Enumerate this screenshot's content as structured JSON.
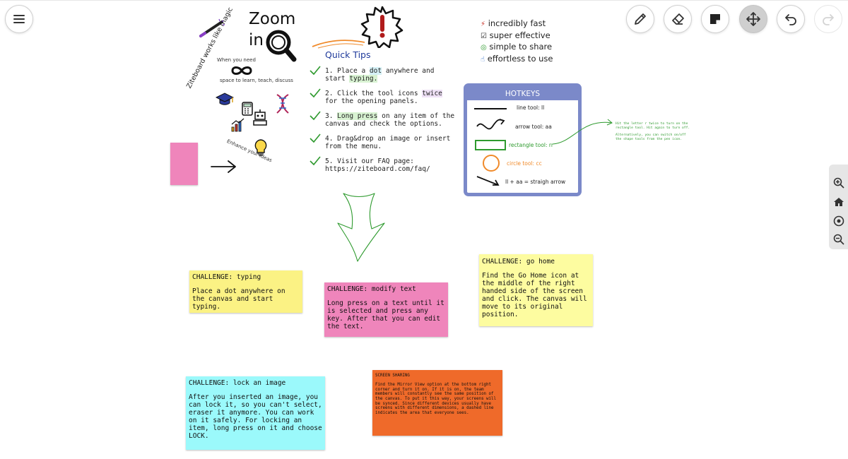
{
  "toolbar": {
    "menu_icon": "hamburger-menu-icon",
    "tools": [
      {
        "name": "pen-tool",
        "icon": "pencil-icon"
      },
      {
        "name": "eraser-tool",
        "icon": "eraser-icon"
      },
      {
        "name": "sticky-note-tool",
        "icon": "sticky-note-icon"
      },
      {
        "name": "pan-tool",
        "icon": "move-icon",
        "active": true
      },
      {
        "name": "undo",
        "icon": "undo-icon"
      },
      {
        "name": "redo",
        "icon": "redo-icon",
        "disabled": true
      }
    ]
  },
  "zoom_controls": [
    "zoom-in-icon",
    "home-icon",
    "center-icon",
    "zoom-out-icon"
  ],
  "intro": {
    "zoom_line1": "Zoom",
    "zoom_line2": "in",
    "magic": "Ziteboard works like magic",
    "when_you_need": "When you need",
    "space_to_learn": "space to learn, teach, discuss",
    "enhance": "Enhance your ideas"
  },
  "features": [
    "incredibly fast",
    "super effective",
    "simple to share",
    "effortless to use"
  ],
  "quick_tips": {
    "title": "Quick Tips",
    "t1_pre": "1. Place a ",
    "t1_hl": "dot",
    "t1_mid": " anywhere and start ",
    "t1_hl2": "typing.",
    "t2_pre": "2. Click the tool icons ",
    "t2_hl": "twice",
    "t2_post": " for the opening panels.",
    "t3_pre": "3. ",
    "t3_hl": "Long press",
    "t3_post": " on any item of the canvas and check the options.",
    "t4": "4. Drag&drop an image or insert from the menu.",
    "t5": "5. Visit our FAQ page: https://ziteboard.com/faq/"
  },
  "hotkeys": {
    "title": "HOTKEYS",
    "line": "line tool: ll",
    "arrow": "arrow tool: aa",
    "rect": "rectangle tool: rr",
    "circle": "circle tool: cc",
    "straight": "ll + aa = straigh arrow"
  },
  "side_note": {
    "line1": "Hit the letter r twice to turn on the rectangle tool. Hit again to turn off.",
    "line2": "Alternatively, you can switch on/off the shape tools from the pen icon."
  },
  "notes": {
    "typing": {
      "title": "CHALLENGE: typing",
      "body": "Place a dot anywhere on the canvas and start typing."
    },
    "modify": {
      "title": "CHALLENGE: modify text",
      "body": "Long press on a text until it is selected and press any key. After that you can edit the text."
    },
    "home": {
      "title": "CHALLENGE: go home",
      "body": "Find the Go Home icon at the middle of the right handed side of the screen and click. The canvas will move to its original position."
    },
    "lock": {
      "title": "CHALLENGE: lock an image",
      "body": "After you inserted an image, you can lock it, so you can't select, eraser it anymore. You can work on it safely. For locking an item, long press on it and choose LOCK."
    },
    "share": {
      "title": "SCREEN SHARING",
      "body": "Find the Mirror View option at the bottom right corner and turn it on. If it is on, the team members will constantly see the same position of the canvas. To put it this way, your screens will be synced. Since different devices usually have screens with different dimensions, a dashed line indicates the area that everyone sees."
    }
  },
  "colors": {
    "note_yellow": "#fbf284",
    "note_pink": "#ef85bb",
    "note_light_yellow": "#fdfca0",
    "note_cyan": "#9bf9fb",
    "note_orange": "#ef6a2a",
    "hotkeys_border": "#7b89c9",
    "green_ink": "#2e9a2e"
  }
}
